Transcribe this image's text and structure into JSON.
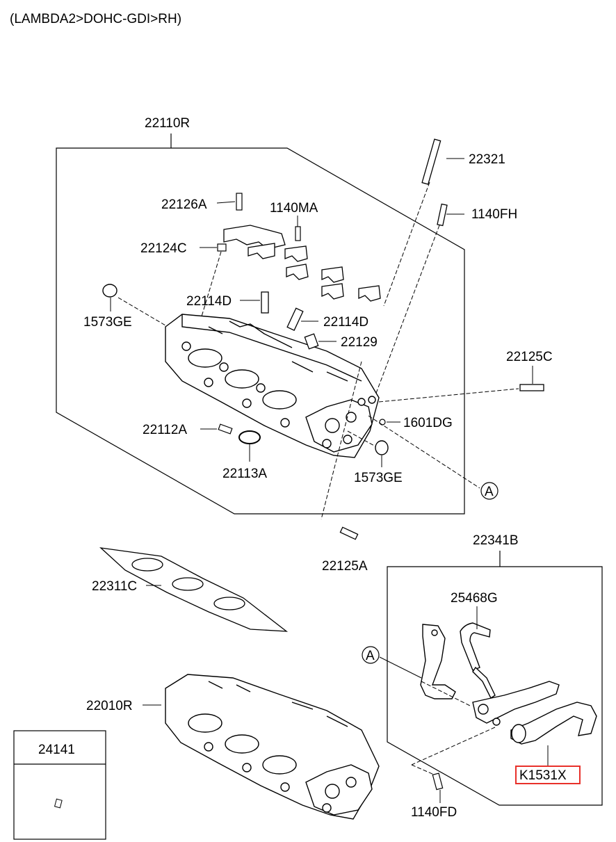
{
  "title": "(LAMBDA2>DOHC-GDI>RH)",
  "callout_letter": "A",
  "labels": {
    "p22110R": "22110R",
    "p22321": "22321",
    "p22126A": "22126A",
    "p1140MA": "1140MA",
    "p1140FH": "1140FH",
    "p22124C": "22124C",
    "p1573GE_top": "1573GE",
    "p22114D_left": "22114D",
    "p22114D_right": "22114D",
    "p22129": "22129",
    "p22125C": "22125C",
    "p1601DG": "1601DG",
    "p22112A": "22112A",
    "p22113A": "22113A",
    "p1573GE_bottom": "1573GE",
    "p22125A": "22125A",
    "p22341B": "22341B",
    "p22311C": "22311C",
    "p25468G": "25468G",
    "p22010R": "22010R",
    "p24141": "24141",
    "pK1531X": "K1531X",
    "p1140FD": "1140FD"
  },
  "colors": {
    "highlight": "#e8302a",
    "line": "#000000"
  }
}
